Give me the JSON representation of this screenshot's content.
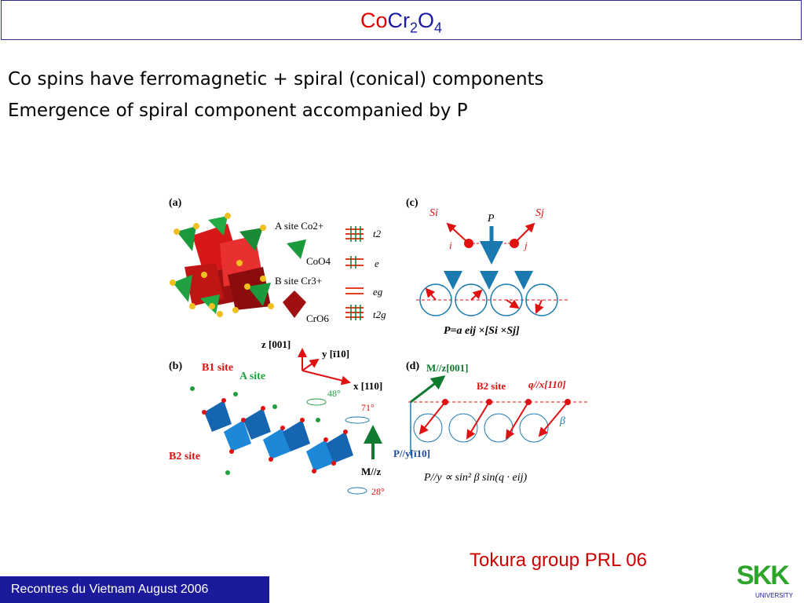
{
  "title": {
    "part_co": "Co",
    "part_cr": "Cr",
    "sub_2": "2",
    "part_o": "O",
    "sub_4": "4"
  },
  "bullets": [
    "Co spins have ferromagnetic + spiral (conical) components",
    "Emergence of spiral component accompanied by P"
  ],
  "figure": {
    "panel_a": "(a)",
    "panel_b": "(b)",
    "panel_c": "(c)",
    "panel_d": "(d)",
    "a_site": "A site Co2+",
    "coo4": "CoO4",
    "b_site": "B site Cr3+",
    "cro6": "CrO6",
    "t2": "t2",
    "e": "e",
    "eg": "eg",
    "t2g": "t2g",
    "axis_z": "z [001]",
    "axis_y": "y [ī10]",
    "axis_x": "x [110]",
    "b1_site": "B1 site",
    "a_site_b": "A site",
    "b2_site": "B2 site",
    "angle_48": "48°",
    "angle_71": "71°",
    "angle_28": "28°",
    "m_z": "M//z",
    "si": "Si",
    "sj": "Sj",
    "p": "P",
    "i": "i",
    "j": "j",
    "p_formula": "P=a eij ×[Si ×Sj]",
    "m_z001": "M//z[001]",
    "b2_site_d": "B2 site",
    "q_x110": "q//x[110]",
    "beta": "β",
    "p_y": "P//y[ī10]",
    "p_sin": "P//y ∝ sin² β sin(q · eij)"
  },
  "citation": "Tokura group PRL 06",
  "footer": "Recontres du Vietnam  August 2006",
  "logo": {
    "mark": "SKK",
    "sub": "UNIVERSITY"
  },
  "colors": {
    "title_red": "#e00000",
    "title_blue": "#1a1aa6",
    "footer_bg": "#1a1a9a",
    "citation": "#d00000",
    "logo_green": "#2da52d"
  }
}
